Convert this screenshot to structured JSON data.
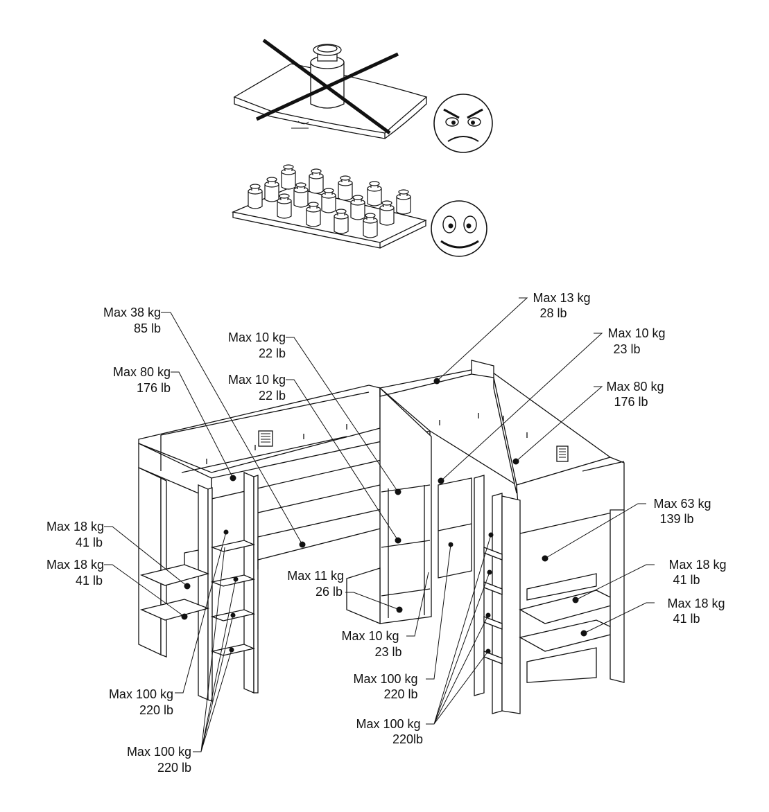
{
  "callouts": {
    "loft_left": {
      "kg": "Max 38 kg",
      "lb": "85 lb"
    },
    "bed_left": {
      "kg": "Max 80 kg",
      "lb": "176 lb"
    },
    "desk_shelf_upper": {
      "kg": "Max 10 kg",
      "lb": "22 lb"
    },
    "desk_shelf_mid": {
      "kg": "Max 10 kg",
      "lb": "22 lb"
    },
    "rear_top": {
      "kg": "Max 13 kg",
      "lb": "28 lb"
    },
    "right_shelf_top": {
      "kg": "Max 10 kg",
      "lb": "23 lb"
    },
    "bed_right": {
      "kg": "Max 80 kg",
      "lb": "176 lb"
    },
    "right_desk": {
      "kg": "Max 63 kg",
      "lb": "139 lb"
    },
    "left_shelf_1": {
      "kg": "Max 18 kg",
      "lb": "41 lb"
    },
    "left_shelf_2": {
      "kg": "Max 18 kg",
      "lb": "41 lb"
    },
    "right_shelf_1": {
      "kg": "Max 18 kg",
      "lb": "41 lb"
    },
    "right_shelf_2": {
      "kg": "Max 18 kg",
      "lb": "41 lb"
    },
    "desk_surface": {
      "kg": "Max 11 kg",
      "lb": "26 lb"
    },
    "cabinet_bottom": {
      "kg": "Max 10 kg",
      "lb": "23 lb"
    },
    "ladder_left": {
      "kg": "Max 100 kg",
      "lb": "220 lb"
    },
    "ladder_left_steps": {
      "kg": "Max 100 kg",
      "lb": "220 lb"
    },
    "ladder_mid": {
      "kg": "Max 100 kg",
      "lb": "220 lb"
    },
    "ladder_right_steps": {
      "kg": "Max 100 kg",
      "lb": "220lb"
    }
  },
  "icons": {
    "wrong": "crossed-out-concentrated-weight",
    "angry": "angry-face-icon",
    "right": "distributed-weights",
    "happy": "happy-face-icon"
  }
}
